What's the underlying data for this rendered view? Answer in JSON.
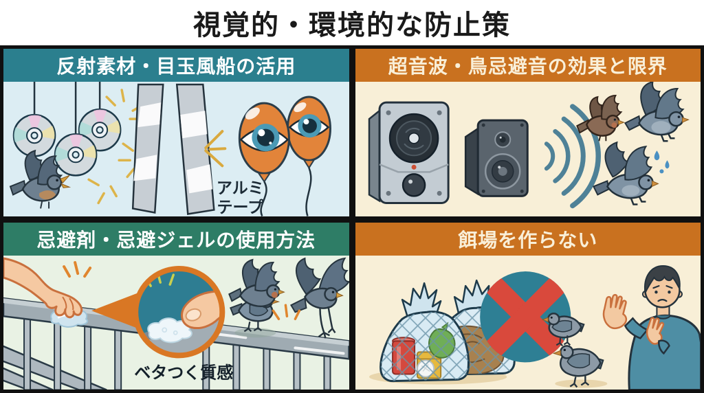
{
  "title": "視覚的・環境的な防止策",
  "panels": {
    "reflective": {
      "header": "反射素材・目玉風船の活用",
      "tape_label_line1": "アルミ",
      "tape_label_line2": "テープ",
      "illustrations": [
        "hanging-cds",
        "aluminum-tape-strips",
        "eye-balloons",
        "startled-bird"
      ]
    },
    "ultrasonic": {
      "header": "超音波・鳥忌避音の効果と限界",
      "illustrations": [
        "ultrasonic-speakers",
        "sound-waves",
        "fleeing-birds",
        "sweat-drops"
      ]
    },
    "repellent": {
      "header": "忌避剤・忌避ジェルの使用方法",
      "gel_label": "ベタつく質感",
      "illustrations": [
        "hand-applying-gel",
        "railing",
        "magnified-sticky-gel",
        "birds-on-railing"
      ]
    },
    "no_feeding": {
      "header": "餌場を作らない",
      "illustrations": [
        "netted-garbage-bags",
        "prohibition-sign",
        "pigeons",
        "person-refusing"
      ]
    }
  },
  "colors": {
    "border": "#101010",
    "title_text": "#1a1a1a",
    "teal_header": "#2b7f8e",
    "green_header": "#2e7d66",
    "orange_header": "#c9711f",
    "header_text_light": "#ffffff",
    "header_text_cream": "#f9efd8",
    "panel_reflective_bg": "#dcedf3",
    "panel_ultrasonic_bg": "#f8efd7",
    "panel_repellent_bg": "#e9f2e4",
    "panel_no_feeding_bg": "#f8efd7",
    "prohibition_circle": "#2e7f94",
    "prohibition_x": "#d9493c"
  }
}
